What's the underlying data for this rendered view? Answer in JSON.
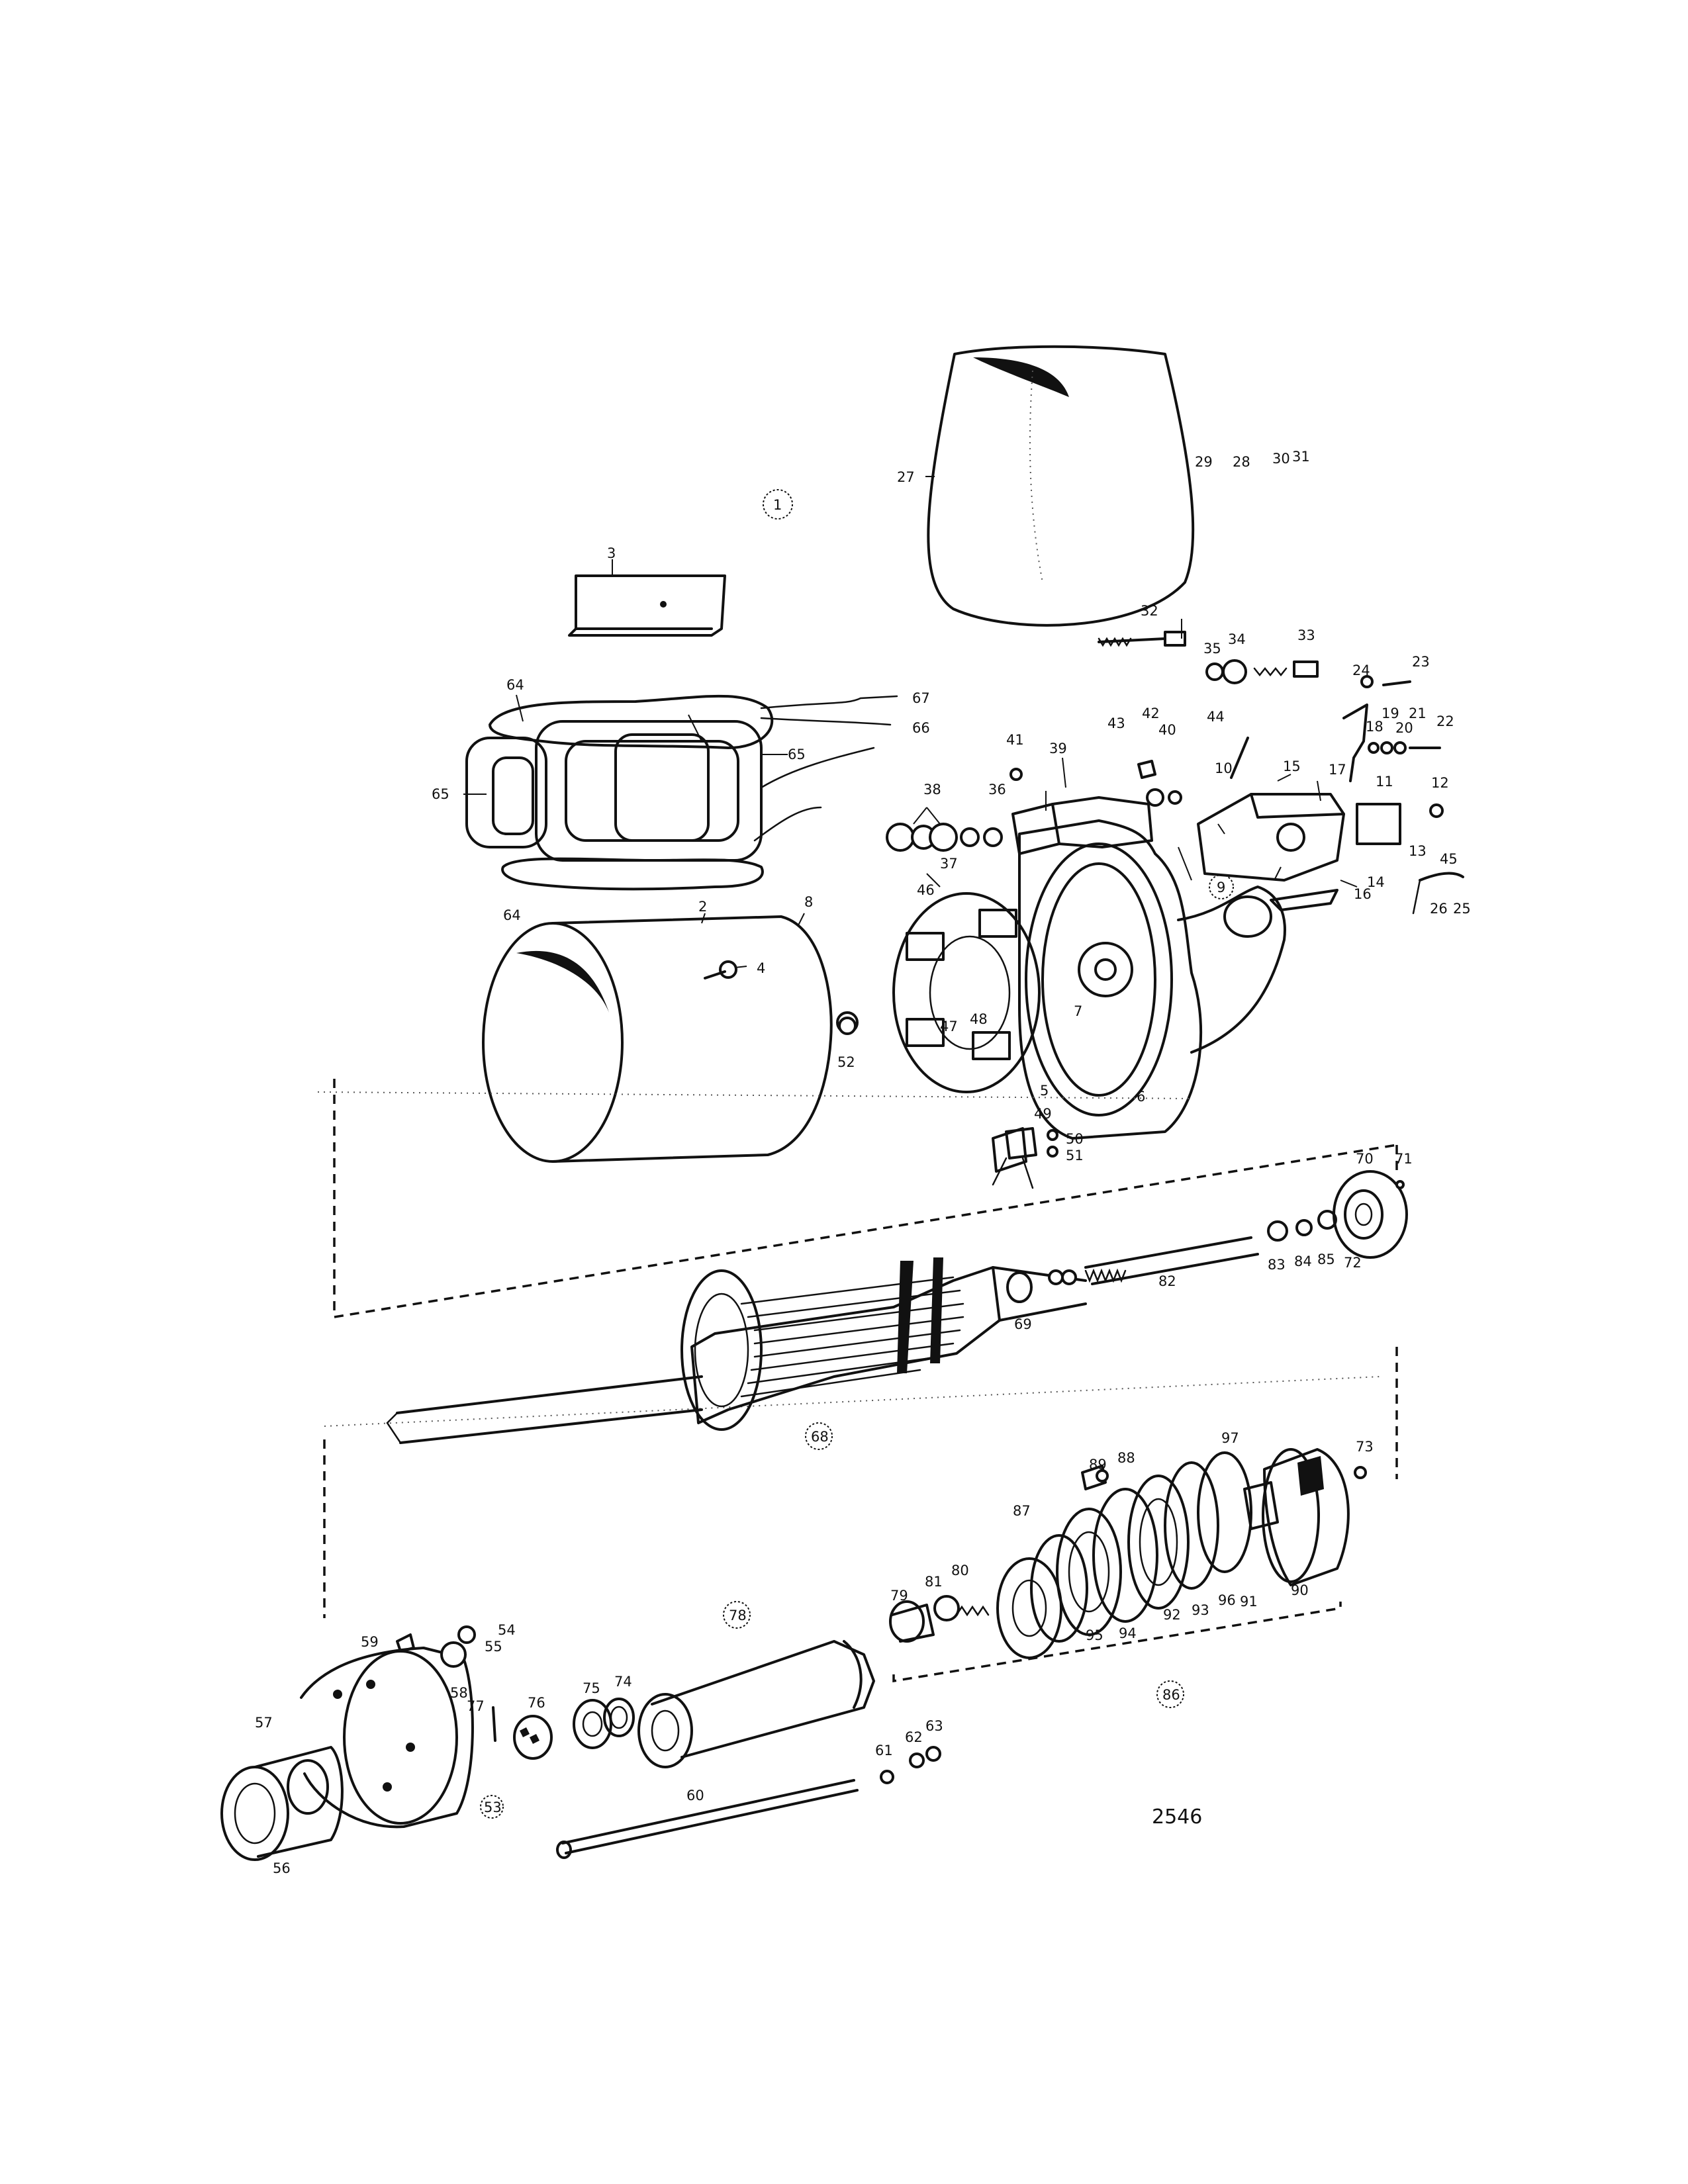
{
  "diagram": {
    "figure_number": "2546",
    "callouts": {
      "c1": "1",
      "c2": "2",
      "c3": "3",
      "c4": "4",
      "c5": "5",
      "c6": "6",
      "c7": "7",
      "c8": "8",
      "c9": "9",
      "c10": "10",
      "c11": "11",
      "c12": "12",
      "c13": "13",
      "c14": "14",
      "c15": "15",
      "c16": "16",
      "c17": "17",
      "c18": "18",
      "c19": "19",
      "c20": "20",
      "c21": "21",
      "c22": "22",
      "c23": "23",
      "c24": "24",
      "c25": "25",
      "c26": "26",
      "c27": "27",
      "c28": "28",
      "c29": "29",
      "c30": "30",
      "c31": "31",
      "c32": "32",
      "c33": "33",
      "c34": "34",
      "c35": "35",
      "c36": "36",
      "c37": "37",
      "c38": "38",
      "c39": "39",
      "c40": "40",
      "c41": "41",
      "c42": "42",
      "c43": "43",
      "c44": "44",
      "c45": "45",
      "c46": "46",
      "c47": "47",
      "c48": "48",
      "c49": "49",
      "c50": "50",
      "c51": "51",
      "c52": "52",
      "c53": "53",
      "c54": "54",
      "c55": "55",
      "c56": "56",
      "c57": "57",
      "c58": "58",
      "c59": "59",
      "c60": "60",
      "c61": "61",
      "c62": "62",
      "c63": "63",
      "c64a": "64",
      "c64b": "64",
      "c65a": "65",
      "c65b": "65",
      "c66": "66",
      "c67": "67",
      "c68": "68",
      "c69": "69",
      "c70": "70",
      "c71": "71",
      "c72": "72",
      "c73": "73",
      "c74": "74",
      "c75": "75",
      "c76": "76",
      "c77": "77",
      "c78": "78",
      "c79": "79",
      "c80": "80",
      "c81": "81",
      "c82": "82",
      "c83": "83",
      "c84": "84",
      "c85": "85",
      "c86": "86",
      "c87": "87",
      "c88": "88",
      "c89": "89",
      "c90": "90",
      "c91": "91",
      "c92": "92",
      "c93": "93",
      "c94": "94",
      "c95": "95",
      "c96": "96",
      "c97": "97"
    }
  }
}
